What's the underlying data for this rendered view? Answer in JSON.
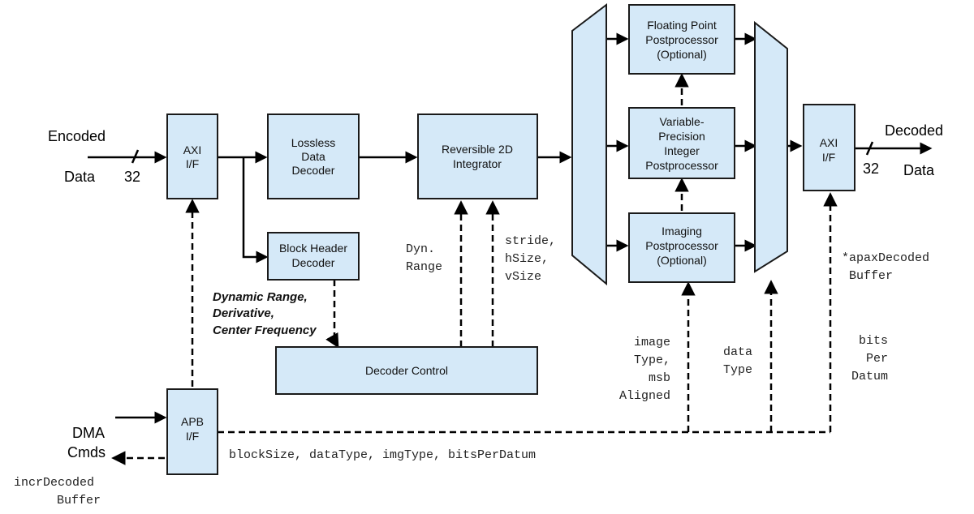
{
  "blocks": {
    "axi_in": [
      "AXI",
      "I/F"
    ],
    "lossless": [
      "Lossless",
      "Data",
      "Decoder"
    ],
    "integrator": [
      "Reversible 2D",
      "Integrator"
    ],
    "block_header": [
      "Block Header",
      "Decoder"
    ],
    "decoder_control": [
      "Decoder Control"
    ],
    "float_post": [
      "Floating Point",
      "Postprocessor",
      "(Optional)"
    ],
    "varint_post": [
      "Variable-",
      "Precision",
      "Integer",
      "Postprocessor"
    ],
    "imaging_post": [
      "Imaging",
      "Postprocessor",
      "(Optional)"
    ],
    "axi_out": [
      "AXI",
      "I/F"
    ],
    "apb": [
      "APB",
      "I/F"
    ]
  },
  "labels": {
    "encoded": "Encoded",
    "data_in": "Data",
    "bus_in_width": "32",
    "decoded": "Decoded",
    "data_out": "Data",
    "bus_out_width": "32",
    "dma": "DMA",
    "cmds": "Cmds",
    "incr_decoded": [
      "incrDecoded",
      "Buffer"
    ],
    "header_outputs": [
      "Dynamic Range,",
      "Derivative,",
      "Center Frequency"
    ],
    "dyn_range": [
      "Dyn.",
      "Range"
    ],
    "stride": [
      "stride,",
      "hSize,",
      "vSize"
    ],
    "apax_decoded": [
      "*apaxDecoded",
      "Buffer"
    ],
    "image_type": [
      "image",
      "Type,",
      "msb",
      "Aligned"
    ],
    "data_type": [
      "data",
      "Type"
    ],
    "bits_per_datum": [
      "bits",
      "Per",
      "Datum"
    ],
    "apb_params": "blockSize, dataType, imgType, bitsPerDatum"
  }
}
